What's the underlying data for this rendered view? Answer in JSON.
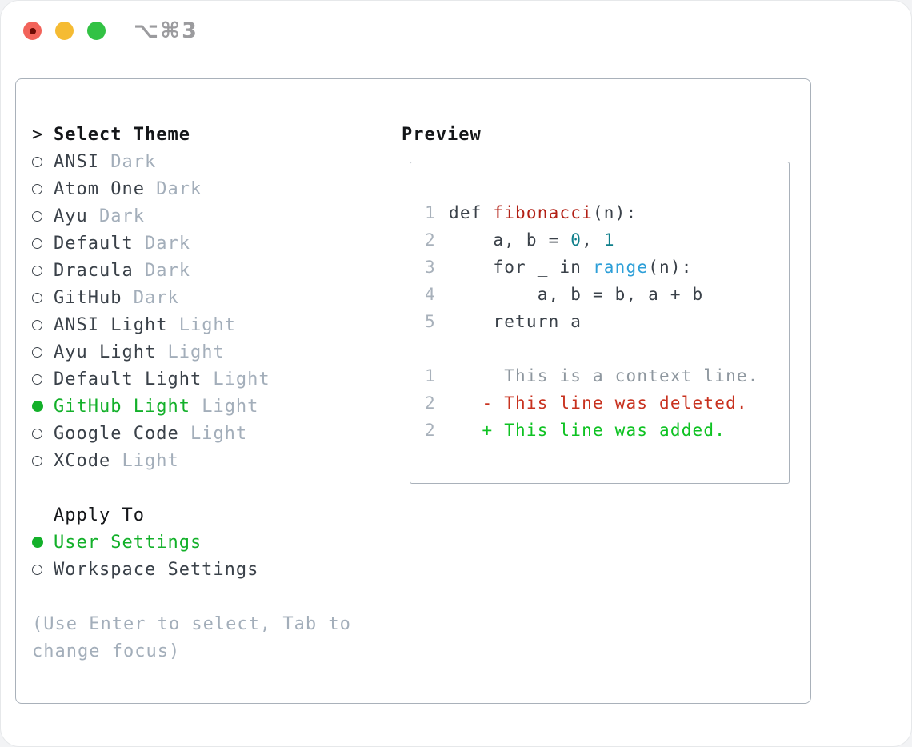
{
  "titlebar": {
    "shortcut": "⌥⌘3",
    "buttons": [
      "close",
      "minimize",
      "zoom"
    ]
  },
  "theme_picker": {
    "header": {
      "marker": ">",
      "label": "Select Theme"
    },
    "items": [
      {
        "name": "ANSI",
        "variant": "Dark",
        "selected": false
      },
      {
        "name": "Atom One",
        "variant": "Dark",
        "selected": false
      },
      {
        "name": "Ayu",
        "variant": "Dark",
        "selected": false
      },
      {
        "name": "Default",
        "variant": "Dark",
        "selected": false
      },
      {
        "name": "Dracula",
        "variant": "Dark",
        "selected": false
      },
      {
        "name": "GitHub",
        "variant": "Dark",
        "selected": false
      },
      {
        "name": "ANSI Light",
        "variant": "Light",
        "selected": false
      },
      {
        "name": "Ayu Light",
        "variant": "Light",
        "selected": false
      },
      {
        "name": "Default Light",
        "variant": "Light",
        "selected": false
      },
      {
        "name": "GitHub Light",
        "variant": "Light",
        "selected": true
      },
      {
        "name": "Google Code",
        "variant": "Light",
        "selected": false
      },
      {
        "name": "XCode",
        "variant": "Light",
        "selected": false
      }
    ],
    "apply_to": {
      "header": "Apply To",
      "options": [
        {
          "label": "User Settings",
          "selected": true
        },
        {
          "label": "Workspace Settings",
          "selected": false
        }
      ]
    },
    "hint_lines": [
      "(Use Enter to select, Tab to",
      "change focus)"
    ]
  },
  "preview": {
    "title": "Preview",
    "lines": [
      {
        "n": "1",
        "t": [
          [
            "def ",
            "plain"
          ],
          [
            "fibonacci",
            "func"
          ],
          [
            "(n):",
            "plain"
          ]
        ]
      },
      {
        "n": "2",
        "t": [
          [
            "    a, b = ",
            "plain"
          ],
          [
            "0",
            "num"
          ],
          [
            ", ",
            "plain"
          ],
          [
            "1",
            "num"
          ]
        ]
      },
      {
        "n": "3",
        "t": [
          [
            "    for _ in ",
            "plain"
          ],
          [
            "range",
            "builtin"
          ],
          [
            "(n):",
            "plain"
          ]
        ]
      },
      {
        "n": "4",
        "t": [
          [
            "        a, b = b, a + b",
            "plain"
          ]
        ]
      },
      {
        "n": "5",
        "t": [
          [
            "    return a",
            "plain"
          ]
        ]
      },
      {
        "n": "",
        "t": []
      },
      {
        "n": "1",
        "t": [
          [
            "     This is a context line.",
            "context"
          ]
        ]
      },
      {
        "n": "2",
        "t": [
          [
            "   - This line was deleted.",
            "deleted"
          ]
        ]
      },
      {
        "n": "2",
        "t": [
          [
            "   + This line was added.",
            "added"
          ]
        ]
      }
    ]
  },
  "colors": {
    "accent_green": "#13b02a",
    "added_green": "#0ec222",
    "deleted_red": "#c8321f",
    "function_red": "#b22015",
    "number_teal": "#0f7f8b",
    "builtin_blue": "#2d9fd8",
    "text_dark": "#3a4149",
    "muted_gray": "#a3aeba",
    "line_number_gray": "#a8b1bb",
    "context_gray": "#8e979f",
    "panel_border": "#a9b1ba",
    "traffic_red": "#f2635a",
    "traffic_yellow": "#f5bb33",
    "traffic_green": "#32c244",
    "shortcut_gray": "#9b9b9e"
  }
}
